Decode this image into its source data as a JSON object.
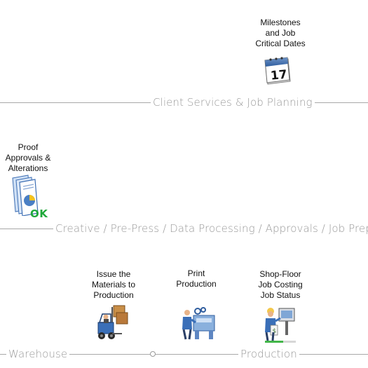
{
  "lanes": {
    "client_services": "Client Services & Job Planning",
    "creative": "Creative / Pre-Press / Data Processing / Approvals / Job Prep",
    "warehouse": "Warehouse",
    "production": "Production"
  },
  "nodes": {
    "milestones": {
      "label": "Milestones\nand Job\nCritical Dates",
      "icon": "calendar-icon",
      "calendar_day": "17"
    },
    "proof": {
      "label": "Proof\nApprovals &\nAlterations",
      "icon": "proof-documents-icon",
      "badge": "OK"
    },
    "issue": {
      "label": "Issue the\nMaterials to\nProduction",
      "icon": "forklift-icon"
    },
    "print": {
      "label": "Print\nProduction",
      "icon": "press-operator-icon"
    },
    "shopfloor": {
      "label": "Shop-Floor\nJob Costing\nJob Status",
      "icon": "worker-terminal-icon"
    }
  },
  "colors": {
    "lane_line": "#a8a8a8",
    "lane_text": "#9a9a9a",
    "ok_green": "#1fa83a"
  }
}
